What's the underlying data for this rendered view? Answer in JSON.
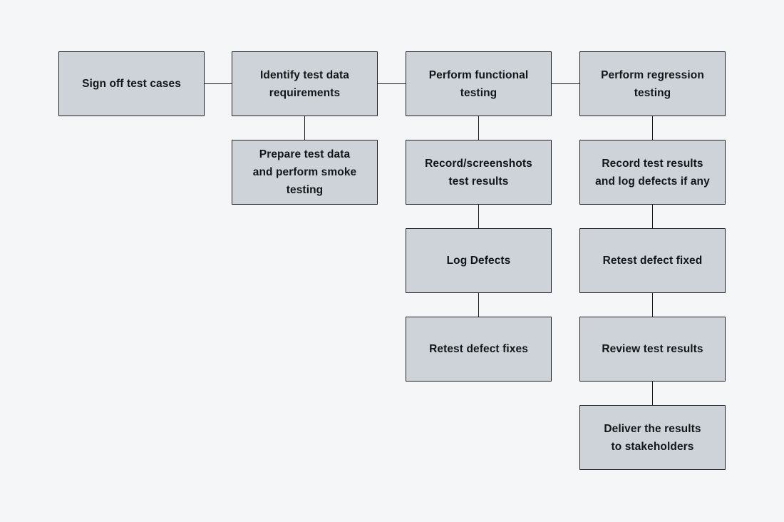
{
  "diagram": {
    "type": "flowchart",
    "description": "Software testing process flowchart",
    "colors": {
      "background": "#f4f6f8",
      "node_fill": "#ced3d9",
      "node_border": "#1e2023",
      "edge": "#17181a",
      "text": "#131619"
    },
    "nodes": [
      {
        "id": "sign-off-test-cases",
        "col": 0,
        "row": 0,
        "lines": [
          "Sign off test cases"
        ]
      },
      {
        "id": "identify-test-data",
        "col": 1,
        "row": 0,
        "lines": [
          "Identify test data",
          "requirements"
        ]
      },
      {
        "id": "perform-functional-testing",
        "col": 2,
        "row": 0,
        "lines": [
          "Perform functional",
          "testing"
        ]
      },
      {
        "id": "perform-regression-testing",
        "col": 3,
        "row": 0,
        "lines": [
          "Perform regression",
          "testing"
        ]
      },
      {
        "id": "prepare-test-data-smoke",
        "col": 1,
        "row": 1,
        "lines": [
          "Prepare test data",
          "and perform smoke",
          "testing"
        ]
      },
      {
        "id": "record-screenshots-results",
        "col": 2,
        "row": 1,
        "lines": [
          "Record/screenshots",
          "test results"
        ]
      },
      {
        "id": "record-results-log-defects",
        "col": 3,
        "row": 1,
        "lines": [
          "Record test results",
          "and log defects if any"
        ]
      },
      {
        "id": "log-defects",
        "col": 2,
        "row": 2,
        "lines": [
          "Log Defects"
        ]
      },
      {
        "id": "retest-defect-fixed",
        "col": 3,
        "row": 2,
        "lines": [
          "Retest defect fixed"
        ]
      },
      {
        "id": "retest-defect-fixes",
        "col": 2,
        "row": 3,
        "lines": [
          "Retest defect fixes"
        ]
      },
      {
        "id": "review-test-results",
        "col": 3,
        "row": 3,
        "lines": [
          "Review test results"
        ]
      },
      {
        "id": "deliver-results",
        "col": 3,
        "row": 4,
        "lines": [
          "Deliver the results",
          "to stakeholders"
        ]
      }
    ],
    "edges": [
      {
        "from": "sign-off-test-cases",
        "to": "identify-test-data",
        "dir": "h"
      },
      {
        "from": "identify-test-data",
        "to": "perform-functional-testing",
        "dir": "h"
      },
      {
        "from": "perform-functional-testing",
        "to": "perform-regression-testing",
        "dir": "h"
      },
      {
        "from": "identify-test-data",
        "to": "prepare-test-data-smoke",
        "dir": "v"
      },
      {
        "from": "perform-functional-testing",
        "to": "record-screenshots-results",
        "dir": "v"
      },
      {
        "from": "record-screenshots-results",
        "to": "log-defects",
        "dir": "v"
      },
      {
        "from": "log-defects",
        "to": "retest-defect-fixes",
        "dir": "v"
      },
      {
        "from": "perform-regression-testing",
        "to": "record-results-log-defects",
        "dir": "v"
      },
      {
        "from": "record-results-log-defects",
        "to": "retest-defect-fixed",
        "dir": "v"
      },
      {
        "from": "retest-defect-fixed",
        "to": "review-test-results",
        "dir": "v"
      },
      {
        "from": "review-test-results",
        "to": "deliver-results",
        "dir": "v"
      }
    ]
  }
}
